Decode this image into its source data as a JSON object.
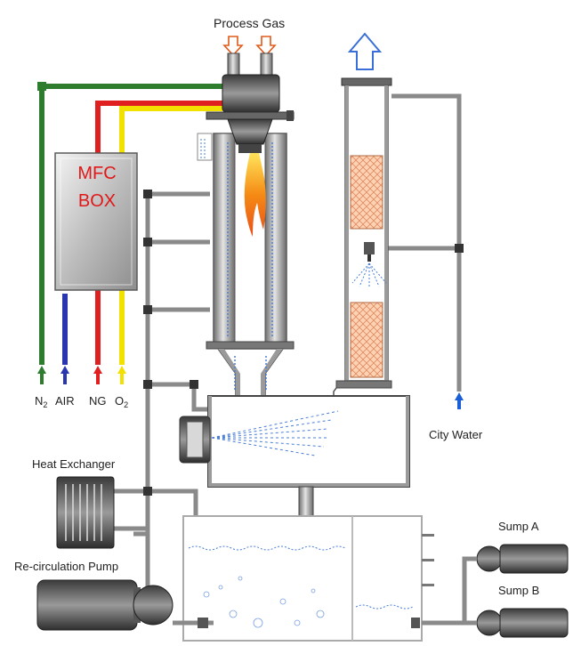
{
  "labels": {
    "process_gas": "Process Gas",
    "mfc_line1": "MFC",
    "mfc_line2": "BOX",
    "n2_main": "N",
    "n2_sub": "2",
    "air": "AIR",
    "ng": "NG",
    "o2_main": "O",
    "o2_sub": "2",
    "city_water": "City Water",
    "heat_exchanger": "Heat Exchanger",
    "recirc_pump": "Re-circulation Pump",
    "sump_a": "Sump A",
    "sump_b": "Sump B"
  },
  "colors": {
    "n2": "#2e7d2e",
    "air": "#2a35b0",
    "ng": "#e02020",
    "o2": "#f2e000",
    "pipe": "#8a8a8a",
    "mfc_text": "#e01818",
    "spray": "#4a7fd6",
    "packing": "#f0a67a",
    "flame": "#f07a10",
    "out_arrow": "#3a6fd8",
    "in_arrow": "#e05a1a",
    "water_arrow": "#1a5fd8"
  }
}
